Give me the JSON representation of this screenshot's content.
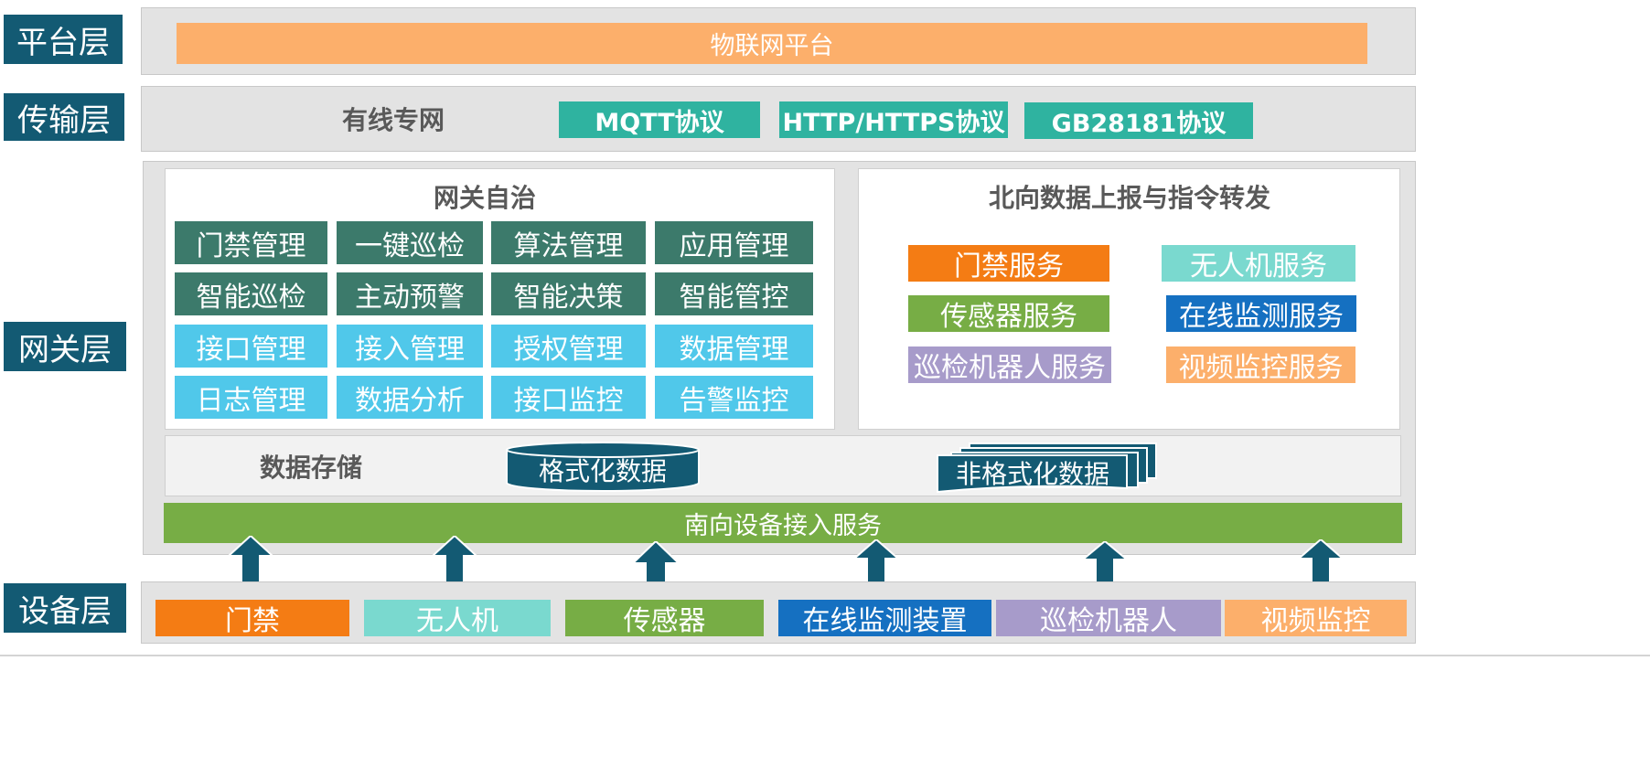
{
  "layers": {
    "platform": "平台层",
    "transport": "传输层",
    "gateway": "网关层",
    "device": "设备层"
  },
  "platform": {
    "bar": "物联网平台"
  },
  "transport": {
    "wired": "有线专网",
    "protocols": [
      "MQTT协议",
      "HTTP/HTTPS协议",
      "GB28181协议"
    ]
  },
  "gateway": {
    "autonomy": {
      "title": "网关自治",
      "rows": [
        [
          "门禁管理",
          "一键巡检",
          "算法管理",
          "应用管理"
        ],
        [
          "智能巡检",
          "主动预警",
          "智能决策",
          "智能管控"
        ],
        [
          "接口管理",
          "接入管理",
          "授权管理",
          "数据管理"
        ],
        [
          "日志管理",
          "数据分析",
          "接口监控",
          "告警监控"
        ]
      ]
    },
    "north": {
      "title": "北向数据上报与指令转发",
      "services": [
        "门禁服务",
        "无人机服务",
        "传感器服务",
        "在线监测服务",
        "巡检机器人服务",
        "视频监控服务"
      ]
    },
    "storage": {
      "label": "数据存储",
      "structured": "格式化数据",
      "unstructured": "非格式化数据"
    },
    "south": "南向设备接入服务"
  },
  "devices": [
    "门禁",
    "无人机",
    "传感器",
    "在线监测装置",
    "巡检机器人",
    "视频监控"
  ],
  "colors": {
    "layer_label": "#135a73",
    "platform_bar": "#fcaf6b",
    "protocol": "#2fb3a0",
    "dark_teal": "#3c7a6b",
    "light_blue": "#50c8ea",
    "orange": "#f47c14",
    "mint": "#7ad9cf",
    "green": "#77ad45",
    "blue": "#1570c1",
    "lavender": "#a79bca",
    "peach": "#fcaf6b",
    "arrow": "#135a73"
  }
}
